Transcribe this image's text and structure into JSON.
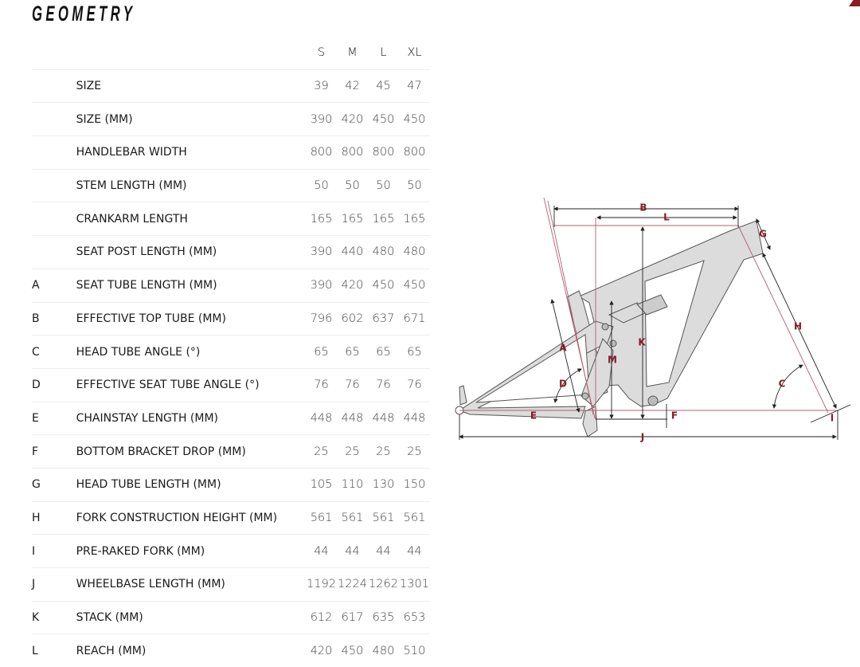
{
  "title": "GEOMETRY",
  "sizes": [
    "S",
    "M",
    "L",
    "XL"
  ],
  "rows": [
    {
      "letter": "",
      "label": "SIZE",
      "values": [
        "39",
        "42",
        "45",
        "47"
      ]
    },
    {
      "letter": "",
      "label": "SIZE (MM)",
      "values": [
        "390",
        "420",
        "450",
        "450"
      ]
    },
    {
      "letter": "",
      "label": "HANDLEBAR WIDTH",
      "values": [
        "800",
        "800",
        "800",
        "800"
      ]
    },
    {
      "letter": "",
      "label": "STEM LENGTH (MM)",
      "values": [
        "50",
        "50",
        "50",
        "50"
      ]
    },
    {
      "letter": "",
      "label": "CRANKARM LENGTH",
      "values": [
        "165",
        "165",
        "165",
        "165"
      ]
    },
    {
      "letter": "",
      "label": "SEAT POST LENGTH (MM)",
      "values": [
        "390",
        "440",
        "480",
        "480"
      ]
    },
    {
      "letter": "A",
      "label": "SEAT TUBE LENGTH (MM)",
      "values": [
        "390",
        "420",
        "450",
        "450"
      ]
    },
    {
      "letter": "B",
      "label": "EFFECTIVE TOP TUBE (MM)",
      "values": [
        "796",
        "602",
        "637",
        "671"
      ]
    },
    {
      "letter": "C",
      "label": "HEAD TUBE ANGLE (°)",
      "values": [
        "65",
        "65",
        "65",
        "65"
      ]
    },
    {
      "letter": "D",
      "label": "EFFECTIVE SEAT TUBE ANGLE (°)",
      "values": [
        "76",
        "76",
        "76",
        "76"
      ]
    },
    {
      "letter": "E",
      "label": "CHAINSTAY LENGTH (MM)",
      "values": [
        "448",
        "448",
        "448",
        "448"
      ]
    },
    {
      "letter": "F",
      "label": "BOTTOM BRACKET DROP (MM)",
      "values": [
        "25",
        "25",
        "25",
        "25"
      ]
    },
    {
      "letter": "G",
      "label": "HEAD TUBE LENGTH (MM)",
      "values": [
        "105",
        "110",
        "130",
        "150"
      ]
    },
    {
      "letter": "H",
      "label": "FORK CONSTRUCTION HEIGHT (MM)",
      "values": [
        "561",
        "561",
        "561",
        "561"
      ]
    },
    {
      "letter": "I",
      "label": "PRE-RAKED FORK (MM)",
      "values": [
        "44",
        "44",
        "44",
        "44"
      ]
    },
    {
      "letter": "J",
      "label": "WHEELBASE LENGTH (MM)",
      "values": [
        "1192",
        "1224",
        "1262",
        "1301"
      ]
    },
    {
      "letter": "K",
      "label": "STACK (MM)",
      "values": [
        "612",
        "617",
        "635",
        "653"
      ]
    },
    {
      "letter": "L",
      "label": "REACH (MM)",
      "values": [
        "420",
        "450",
        "480",
        "510"
      ]
    }
  ],
  "diagram": {
    "labels": [
      "A",
      "B",
      "C",
      "D",
      "E",
      "F",
      "G",
      "H",
      "I",
      "J",
      "K",
      "L",
      "M"
    ],
    "accent": "#8a1b2b",
    "frame_fill": "#dcdcdc"
  }
}
